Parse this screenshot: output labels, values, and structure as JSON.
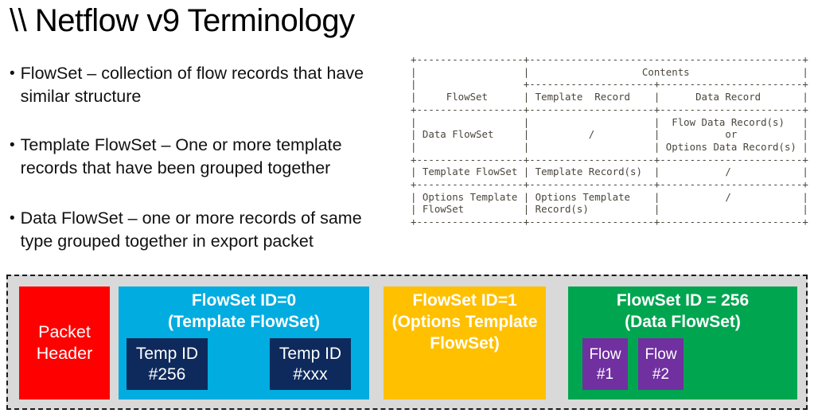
{
  "title": "\\\\ Netflow v9 Terminology",
  "bullets": [
    {
      "marker": "•",
      "text": "FlowSet – collection of flow records that have\nsimilar structure"
    },
    {
      "marker": "•",
      "text": "Template FlowSet – One or more template\nrecords that have been grouped together"
    },
    {
      "marker": "•",
      "text": "Data FlowSet – one or more records of same\ntype grouped together in export packet"
    }
  ],
  "ascii_table": {
    "columns": [
      "FlowSet",
      "Template  Record",
      "Data Record"
    ],
    "header_group": "Contents",
    "rows": [
      [
        "Data FlowSet",
        "/",
        "Flow Data Record(s) or Options Data Record(s)"
      ],
      [
        "Template FlowSet",
        "Template Record(s)",
        "/"
      ],
      [
        "Options Template FlowSet",
        "Options Template Record(s)",
        "/"
      ]
    ],
    "lines": [
      "+------------------+----------------------------------------------+",
      "|                  |                   Contents                   |",
      "|                  +---------------------+------------------------+",
      "|     FlowSet      | Template  Record    |      Data Record       |",
      "+------------------+---------------------+------------------------+",
      "|                  |                     |  Flow Data Record(s)   |",
      "| Data FlowSet     |          /          |           or           |",
      "|                  |                     | Options Data Record(s) |",
      "+------------------+---------------------+------------------------+",
      "| Template FlowSet | Template Record(s)  |           /            |",
      "+------------------+---------------------+------------------------+",
      "| Options Template | Options Template    |           /            |",
      "| FlowSet          | Record(s)           |                        |",
      "+------------------+---------------------+------------------------+"
    ]
  },
  "diagram": {
    "background_color": "#d9d9d9",
    "packet_header": {
      "label": "Packet\nHeader",
      "color": "#ff0000"
    },
    "template_flowset": {
      "title": "FlowSet ID=0\n(Template FlowSet)",
      "color": "#00ace0",
      "items": [
        {
          "label": "Temp ID\n#256",
          "color": "#0e2a5c"
        },
        {
          "label": "Temp ID\n#xxx",
          "color": "#0e2a5c"
        }
      ]
    },
    "options_template_flowset": {
      "title": "FlowSet ID=1\n(Options Template\nFlowSet)",
      "color": "#ffc000"
    },
    "data_flowset": {
      "title": "FlowSet ID = 256\n(Data FlowSet)",
      "color": "#00a550",
      "items": [
        {
          "label": "Flow\n#1",
          "color": "#7030a0"
        },
        {
          "label": "Flow\n#2",
          "color": "#7030a0"
        }
      ]
    }
  }
}
